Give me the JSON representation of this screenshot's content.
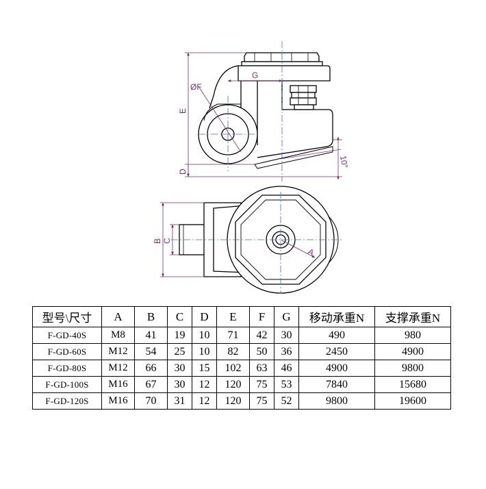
{
  "dimension_labels": {
    "f": "ØF",
    "g": "G",
    "e": "E",
    "d": "D",
    "angle": "10°",
    "b": "B",
    "c": "C",
    "a": "A"
  },
  "table": {
    "headers": [
      "型号\\尺寸",
      "A",
      "B",
      "C",
      "D",
      "E",
      "F",
      "G",
      "移动承重N",
      "支撑承重N"
    ],
    "rows": [
      [
        "F-GD-40S",
        "M8",
        "41",
        "19",
        "10",
        "71",
        "42",
        "30",
        "490",
        "980"
      ],
      [
        "F-GD-60S",
        "M12",
        "54",
        "25",
        "10",
        "82",
        "50",
        "36",
        "2450",
        "4900"
      ],
      [
        "F-GD-80S",
        "M12",
        "66",
        "30",
        "15",
        "102",
        "63",
        "46",
        "4900",
        "9800"
      ],
      [
        "F-GD-100S",
        "M16",
        "67",
        "30",
        "12",
        "120",
        "75",
        "53",
        "7840",
        "15680"
      ],
      [
        "F-GD-120S",
        "M16",
        "70",
        "31",
        "12",
        "120",
        "75",
        "52",
        "9800",
        "19600"
      ]
    ]
  },
  "colors": {
    "outline": "#000000",
    "dimension": "#7a2d6e",
    "centerline": "#3a6fd0"
  }
}
